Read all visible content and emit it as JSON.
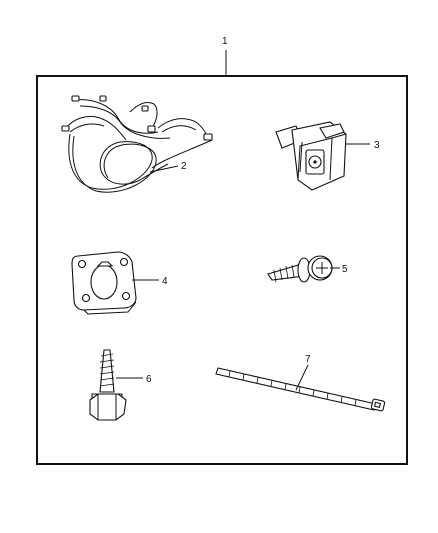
{
  "callouts": {
    "c1": "1",
    "c2": "2",
    "c3": "3",
    "c4": "4",
    "c5": "5",
    "c6": "6",
    "c7": "7"
  },
  "parts": [
    {
      "callout": "2",
      "icon": "wiring-harness-icon"
    },
    {
      "callout": "3",
      "icon": "trailer-connector-icon"
    },
    {
      "callout": "4",
      "icon": "mounting-bracket-icon"
    },
    {
      "callout": "5",
      "icon": "screw-with-washer-icon"
    },
    {
      "callout": "6",
      "icon": "hex-bolt-icon"
    },
    {
      "callout": "7",
      "icon": "cable-tie-icon"
    }
  ]
}
